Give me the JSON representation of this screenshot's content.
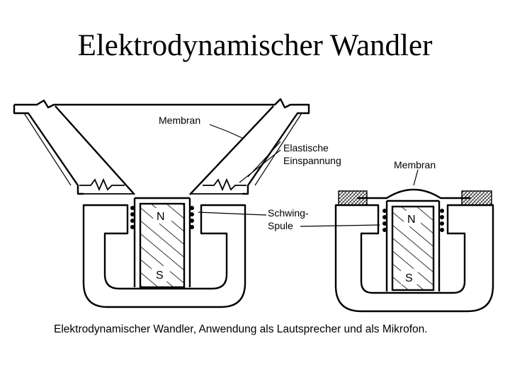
{
  "slide": {
    "title": "Elektrodynamischer Wandler"
  },
  "loudspeaker": {
    "labels": {
      "membrane": "Membran",
      "suspension_line1": "Elastische",
      "suspension_line2": "Einspannung",
      "coil_line1": "Schwing-",
      "coil_line2": "Spule"
    },
    "magnet": {
      "north": "N",
      "south": "S"
    }
  },
  "microphone": {
    "labels": {
      "membrane": "Membran"
    },
    "magnet": {
      "north": "N",
      "south": "S"
    }
  },
  "caption": "Elektrodynamischer Wandler, Anwendung als Lautsprecher und als Mikrofon."
}
